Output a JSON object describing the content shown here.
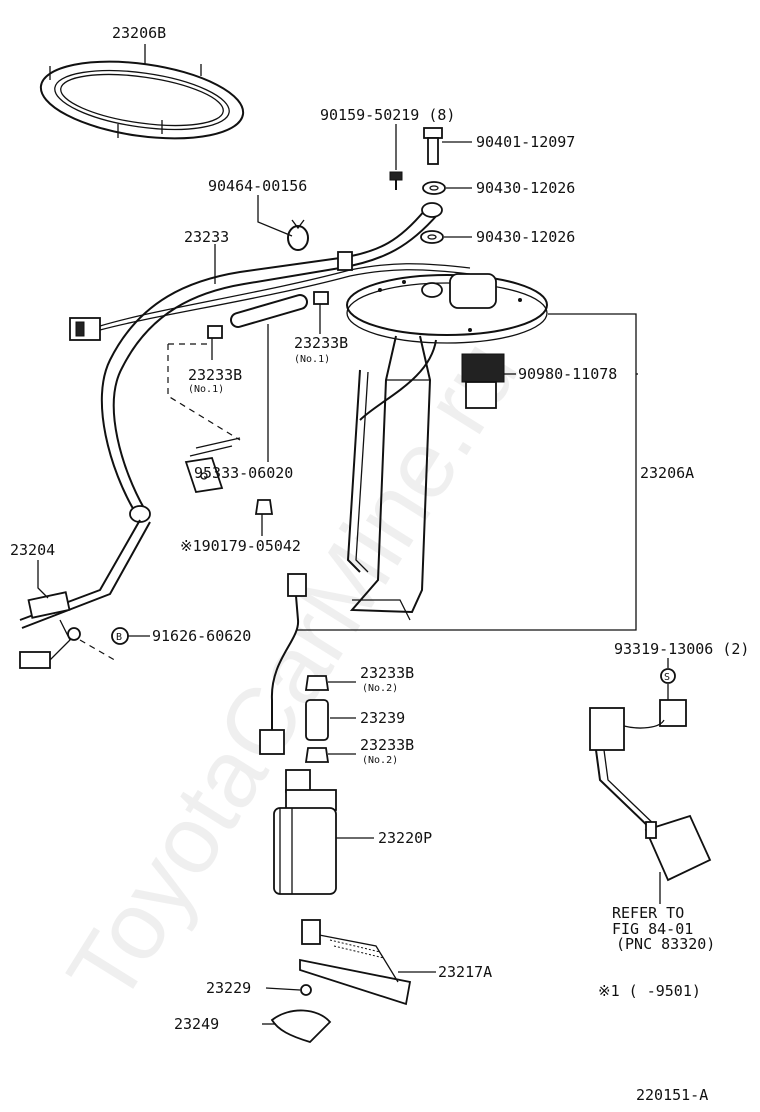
{
  "watermark": "ToyotaCarMine.ru",
  "labels": {
    "p23206B": "23206B",
    "p90159": "90159-50219 (8)",
    "p90401": "90401-12097",
    "p90430a": "90430-12026",
    "p90430b": "90430-12026",
    "p90464": "90464-00156",
    "p23233": "23233",
    "p23233B_1a": "23233B",
    "p23233B_1a_sub": "(No.1)",
    "p23233B_1b": "23233B",
    "p23233B_1b_sub": "(No.1)",
    "p90980": "90980-11078",
    "p95333": "95333-06020",
    "p23206A": "23206A",
    "p190179": "※190179-05042",
    "p23204": "23204",
    "p91626": "91626-60620",
    "p93319": "93319-13006 (2)",
    "p23233B_2a": "23233B",
    "p23233B_2a_sub": "(No.2)",
    "p23239": "23239",
    "p23233B_2b": "23233B",
    "p23233B_2b_sub": "(No.2)",
    "p23220P": "23220P",
    "refer1": "REFER TO",
    "refer2": "FIG 84-01",
    "refer3": "(PNC 83320)",
    "p23217A": "23217A",
    "p23229": "23229",
    "p23249": "23249",
    "footnote": "※1 (      -9501)",
    "diagram_id": "220151-A",
    "symbol_b": "B",
    "symbol_s": "S"
  }
}
